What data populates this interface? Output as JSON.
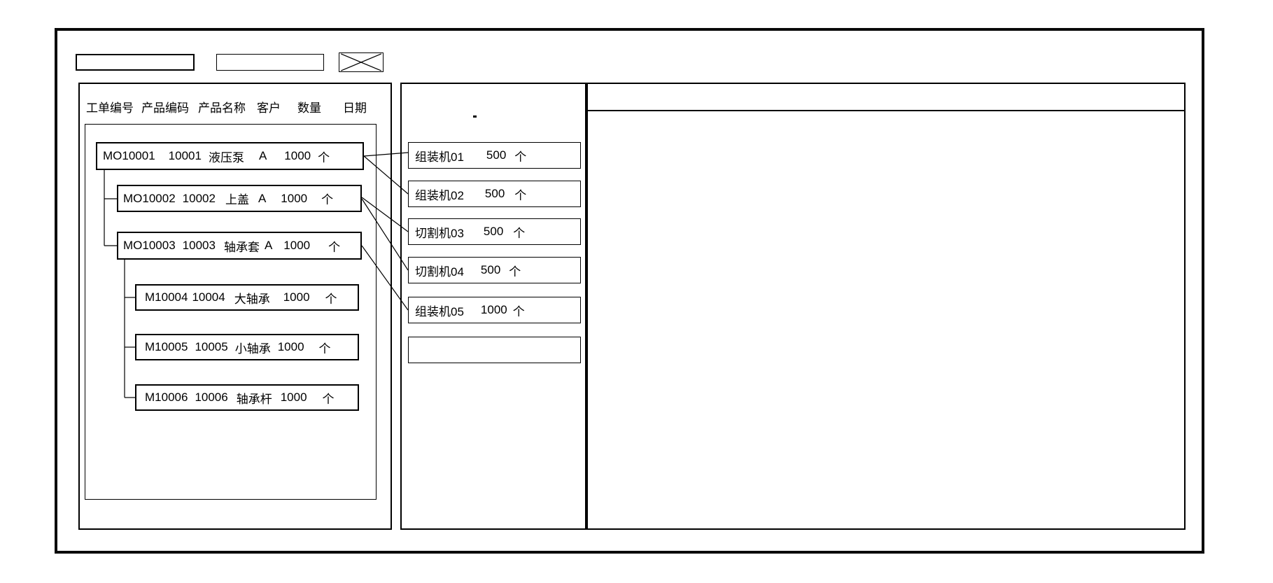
{
  "toolbar": {
    "field1_value": "",
    "field2_value": "",
    "close_icon": "x-cross"
  },
  "left_panel": {
    "headers": [
      "工单编号",
      "产品编码",
      "产品名称",
      "客户",
      "数量",
      "日期"
    ],
    "rows": [
      {
        "order": "MO10001",
        "code": "10001",
        "name": "液压泵",
        "customer": "A",
        "qty": "1000",
        "unit": "个"
      },
      {
        "order": "MO10002",
        "code": "10002",
        "name": "上盖",
        "customer": "A",
        "qty": "1000",
        "unit": "个"
      },
      {
        "order": "MO10003",
        "code": "10003",
        "name": "轴承套",
        "customer": "A",
        "qty": "1000",
        "unit": "个"
      },
      {
        "order": "M10004",
        "code": "10004",
        "name": "大轴承",
        "customer": "",
        "qty": "1000",
        "unit": "个"
      },
      {
        "order": "M10005",
        "code": "10005",
        "name": "小轴承",
        "customer": "",
        "qty": "1000",
        "unit": "个"
      },
      {
        "order": "M10006",
        "code": "10006",
        "name": "轴承杆",
        "customer": "",
        "qty": "1000",
        "unit": "个"
      }
    ]
  },
  "middle_panel": {
    "machines": [
      {
        "name": "组装机01",
        "qty": "500",
        "unit": "个"
      },
      {
        "name": "组装机02",
        "qty": "500",
        "unit": "个"
      },
      {
        "name": "切割机03",
        "qty": "500",
        "unit": "个"
      },
      {
        "name": "切割机04",
        "qty": "500",
        "unit": "个"
      },
      {
        "name": "组装机05",
        "qty": "1000",
        "unit": "个"
      },
      {
        "name": "",
        "qty": "",
        "unit": ""
      }
    ]
  },
  "right_panel": {
    "content": ""
  }
}
